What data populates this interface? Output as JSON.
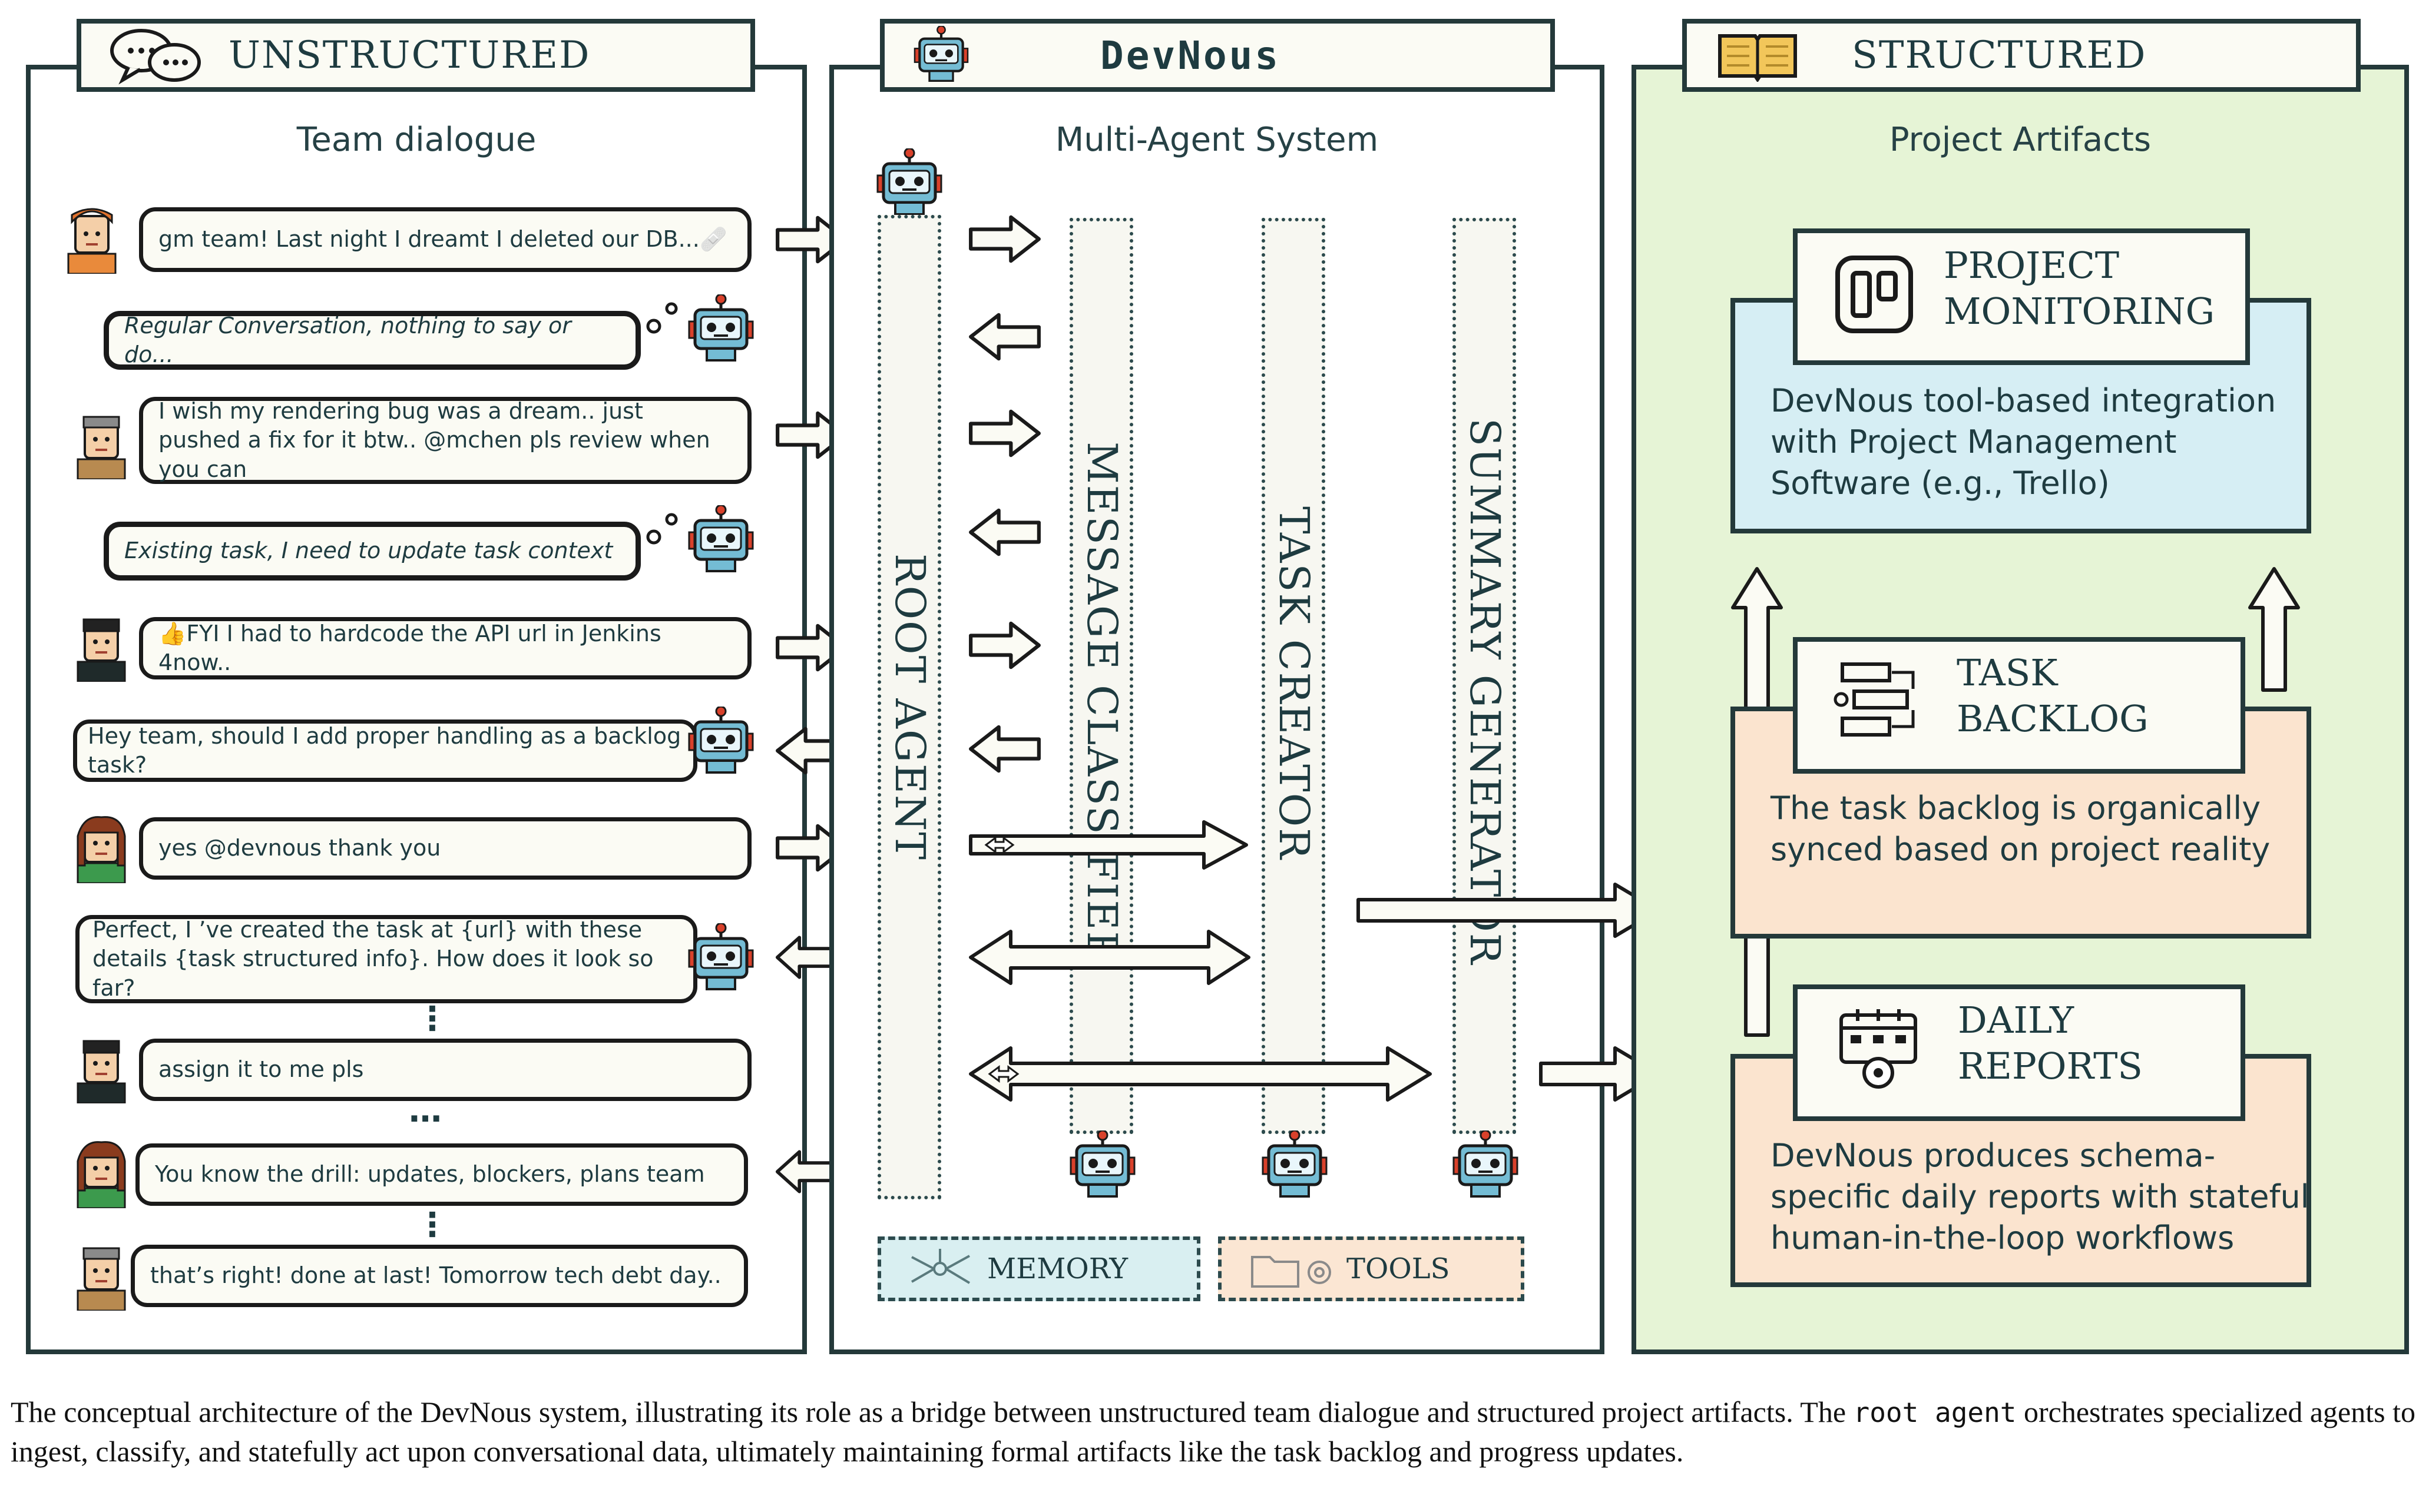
{
  "panels": {
    "unstructured": {
      "title": "UNSTRUCTURED",
      "subtitle": "Team dialogue"
    },
    "devnous": {
      "title": "DevNous",
      "subtitle": "Multi-Agent System"
    },
    "structured": {
      "title": "STRUCTURED",
      "subtitle": "Project Artifacts"
    }
  },
  "dialogue": [
    {
      "speaker": "orange-hair-dev",
      "text": "gm team! Last night I dreamt I deleted our DB...🩹",
      "kind": "human"
    },
    {
      "speaker": "devnous-bot",
      "text": "Regular Conversation, nothing to say or do...",
      "kind": "thought"
    },
    {
      "speaker": "grey-hair-dev",
      "text": "I wish my rendering bug was a dream.. just pushed a fix for it btw.. @mchen pls review when you can",
      "kind": "human"
    },
    {
      "speaker": "devnous-bot",
      "text": "Existing task, I need to update task context",
      "kind": "thought"
    },
    {
      "speaker": "dark-hair-dev",
      "text": "👍FYI I had to hardcode the API url in Jenkins 4now..",
      "kind": "human"
    },
    {
      "speaker": "devnous-bot",
      "text": "Hey team, should I add proper handling as a backlog task?",
      "kind": "bot"
    },
    {
      "speaker": "curly-hair-dev",
      "text": "yes @devnous thank you",
      "kind": "human"
    },
    {
      "speaker": "devnous-bot",
      "text": "Perfect, I ’ve created the task at {url} with these details {task structured info}. How does it look so far?",
      "kind": "bot"
    },
    {
      "speaker": "dark-hair-dev",
      "text": "assign it to me pls",
      "kind": "human"
    },
    {
      "speaker": "curly-hair-dev",
      "text": "You know the drill: updates, blockers, plans team",
      "kind": "human"
    },
    {
      "speaker": "grey-hair-dev",
      "text": "that’s right! done at last! Tomorrow tech debt day..",
      "kind": "human"
    }
  ],
  "ellipses": {
    "vertical": "⋮",
    "horizontal": "⋯"
  },
  "agents": {
    "root": "ROOT AGENT",
    "classifier": "MESSAGE CLASSIFIER",
    "task_creator": "TASK CREATOR",
    "summary": "SUMMARY GENERATOR"
  },
  "resources": {
    "memory": "MEMORY",
    "tools": "TOOLS"
  },
  "artifacts": {
    "monitoring": {
      "title_line1": "PROJECT",
      "title_line2": "MONITORING",
      "desc_line1": "DevNous tool-based integration",
      "desc_line2": "with Project Management",
      "desc_line3": "Software (e.g., Trello)"
    },
    "backlog": {
      "title_line1": "TASK",
      "title_line2": "BACKLOG",
      "desc_line1": "The task backlog is organically",
      "desc_line2": "synced based on project reality"
    },
    "reports": {
      "title_line1": "DAILY",
      "title_line2": "REPORTS",
      "desc_line1": "DevNous produces schema-",
      "desc_line2": "specific daily reports with stateful",
      "desc_line3": "human-in-the-loop workflows"
    }
  },
  "caption": {
    "part1": "The conceptual architecture of the DevNous system, illustrating its role as a bridge between unstructured team dialogue and structured project artifacts. The ",
    "code": "root agent",
    "part2": " orchestrates specialized agents to ingest, classify, and statefully act upon conversational data, ultimately maintaining formal artifacts like the task backlog and progress updates."
  },
  "colors": {
    "border": "#24393a",
    "structured_bg": "#e6f4d6",
    "monitoring_bg": "#d6eef4",
    "backlog_bg": "#fbe4cf",
    "memory_bg": "#d9eff1",
    "tools_bg": "#fbe6d3"
  }
}
